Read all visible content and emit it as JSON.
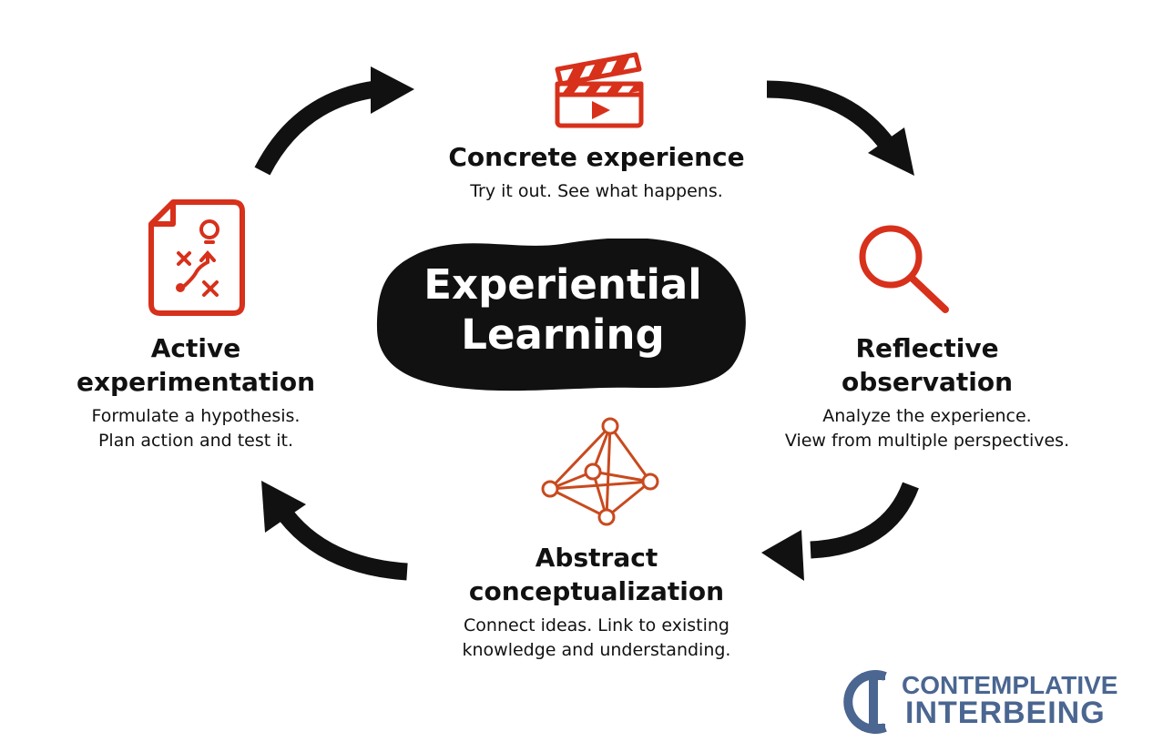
{
  "diagram": {
    "center": {
      "line1": "Experiential",
      "line2": "Learning"
    },
    "stages": [
      {
        "id": "concrete",
        "title_lines": [
          "Concrete experience"
        ],
        "desc_lines": [
          "Try it out. See what happens."
        ],
        "icon": "film-clapperboard-icon"
      },
      {
        "id": "reflective",
        "title_lines": [
          "Reflective",
          "observation"
        ],
        "desc_lines": [
          "Analyze the experience.",
          "View from multiple perspectives."
        ],
        "icon": "magnifying-glass-icon"
      },
      {
        "id": "abstract",
        "title_lines": [
          "Abstract",
          "conceptualization"
        ],
        "desc_lines": [
          "Connect ideas. Link to existing",
          "knowledge and understanding."
        ],
        "icon": "network-pyramid-icon"
      },
      {
        "id": "active",
        "title_lines": [
          "Active",
          "experimentation"
        ],
        "desc_lines": [
          "Formulate a hypothesis.",
          "Plan action and test it."
        ],
        "icon": "strategy-document-icon"
      }
    ]
  },
  "logo": {
    "line1": "CONTEMPLATIVE",
    "line2": "INTERBEING"
  },
  "colors": {
    "accent": "#d7301b",
    "arrow": "#111111",
    "logo": "#4a6691"
  }
}
